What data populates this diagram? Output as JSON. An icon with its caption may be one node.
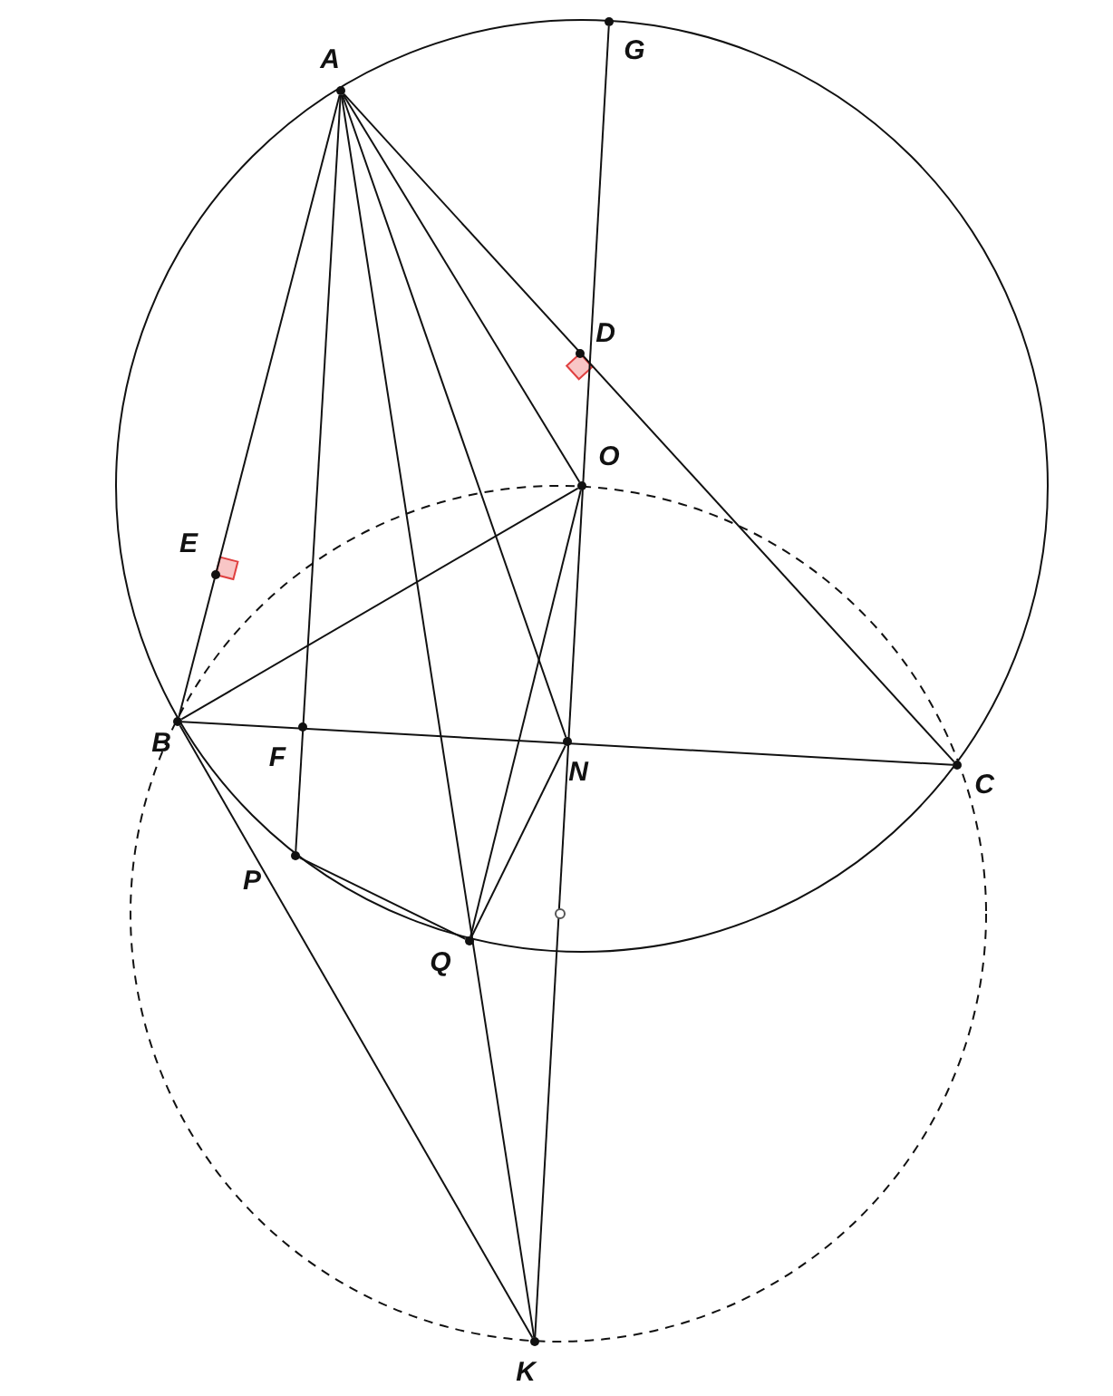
{
  "diagram": {
    "nodes": [
      {
        "text": [],
        "shape": "circle",
        "beside": [
          "A"
        ]
      },
      {
        "text": [],
        "shape": "circle",
        "beside": [
          "G"
        ]
      },
      {
        "text": [],
        "shape": "circle",
        "beside": [
          "D"
        ]
      },
      {
        "text": [],
        "shape": "circle",
        "beside": [
          "O"
        ]
      },
      {
        "text": [],
        "shape": "circle",
        "beside": [
          "E"
        ]
      },
      {
        "text": [],
        "shape": "circle",
        "beside": [
          "B"
        ]
      },
      {
        "text": [],
        "shape": "circle",
        "beside": [
          "F"
        ]
      },
      {
        "text": [],
        "shape": "circle",
        "beside": [
          "N"
        ]
      },
      {
        "text": [],
        "shape": "circle",
        "beside": [
          "C"
        ]
      },
      {
        "text": [],
        "shape": "circle",
        "beside": [
          "P"
        ]
      },
      {
        "text": [],
        "shape": "circle",
        "beside": [
          "Q"
        ]
      },
      {
        "text": [],
        "shape": "circle",
        "beside": [
          "K"
        ]
      }
    ],
    "edges": [
      {
        "from": 0,
        "to": 5,
        "arrow": "none"
      },
      {
        "from": 0,
        "to": 9,
        "arrow": "none"
      },
      {
        "from": 0,
        "to": 11,
        "arrow": "none"
      },
      {
        "from": 0,
        "to": 7,
        "arrow": "none"
      },
      {
        "from": 0,
        "to": 3,
        "arrow": "none"
      },
      {
        "from": 0,
        "to": 8,
        "arrow": "none"
      },
      {
        "from": 1,
        "to": 11,
        "arrow": "none"
      },
      {
        "from": 5,
        "to": 8,
        "arrow": "none"
      },
      {
        "from": 5,
        "to": 3,
        "arrow": "none"
      },
      {
        "from": 5,
        "to": 11,
        "arrow": "none"
      },
      {
        "from": 9,
        "to": 10,
        "arrow": "none"
      },
      {
        "from": 10,
        "to": 3,
        "arrow": "none"
      },
      {
        "from": 10,
        "to": 7,
        "arrow": "none"
      }
    ]
  }
}
